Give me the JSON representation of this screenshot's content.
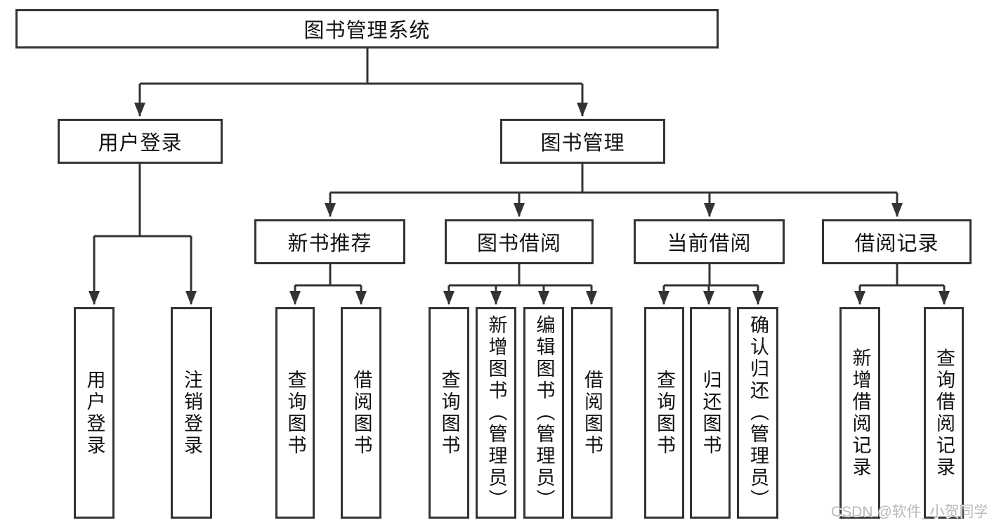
{
  "diagram_title": "图书管理系统",
  "watermark": "CSDN @软件_小贺同学",
  "colors": {
    "line": "#333333",
    "box_border": "#333333",
    "text": "#111111",
    "background": "#ffffff",
    "watermark": "#b8b8b8"
  },
  "tree": {
    "label": "图书管理系统",
    "children": [
      {
        "label": "用户登录",
        "children": [
          {
            "label": "用户登录"
          },
          {
            "label": "注销登录"
          }
        ]
      },
      {
        "label": "图书管理",
        "children": [
          {
            "label": "新书推荐",
            "children": [
              {
                "label": "查询图书"
              },
              {
                "label": "借阅图书"
              }
            ]
          },
          {
            "label": "图书借阅",
            "children": [
              {
                "label": "查询图书"
              },
              {
                "label": "新增图书（管理员）"
              },
              {
                "label": "编辑图书（管理员）"
              },
              {
                "label": "借阅图书"
              }
            ]
          },
          {
            "label": "当前借阅",
            "children": [
              {
                "label": "查询图书"
              },
              {
                "label": "归还图书"
              },
              {
                "label": "确认归还（管理员）"
              }
            ]
          },
          {
            "label": "借阅记录",
            "children": [
              {
                "label": "新增借阅记录"
              },
              {
                "label": "查询借阅记录"
              }
            ]
          }
        ]
      }
    ]
  }
}
